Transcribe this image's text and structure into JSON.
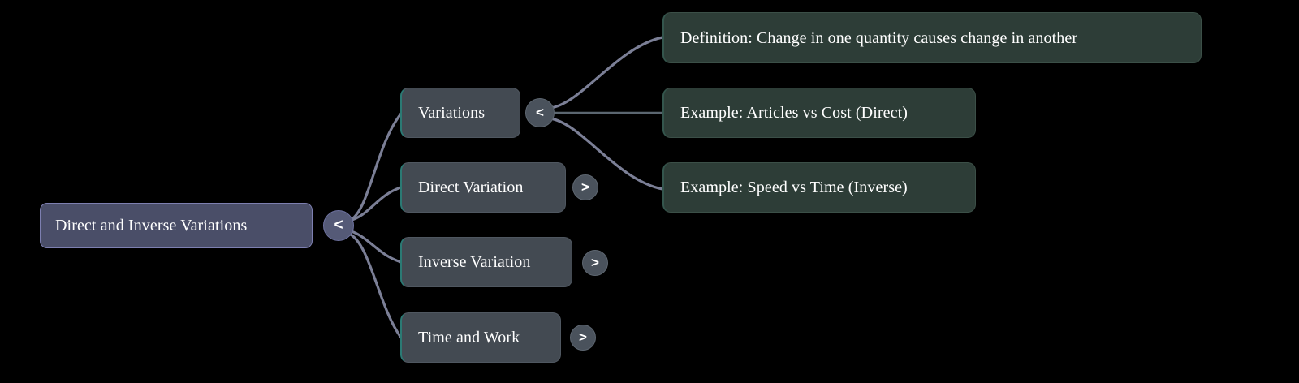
{
  "diagram": {
    "type": "mind-map",
    "background_color": "#000000",
    "colors": {
      "root_fill": "#4a4e68",
      "root_border": "#7d7fb0",
      "branch_fill": "#434a52",
      "branch_accent": "#2b7a74",
      "leaf_fill": "#2d3d37",
      "leaf_accent": "#34564d",
      "edge_stroke": "#7b7f96",
      "edge_stroke_straight": "#5b6670",
      "text": "#ffffff"
    },
    "root": {
      "id": "root",
      "label": "Direct and Inverse Variations",
      "toggle": {
        "glyph": "<",
        "state": "expanded"
      }
    },
    "branches": [
      {
        "id": "variations",
        "label": "Variations",
        "toggle": {
          "glyph": "<",
          "state": "expanded"
        },
        "children": [
          {
            "id": "definition",
            "label": "Definition: Change in one quantity causes change in another"
          },
          {
            "id": "example-direct",
            "label": "Example: Articles vs Cost (Direct)"
          },
          {
            "id": "example-inverse",
            "label": "Example: Speed vs Time (Inverse)"
          }
        ]
      },
      {
        "id": "direct-variation",
        "label": "Direct Variation",
        "toggle": {
          "glyph": ">",
          "state": "collapsed"
        },
        "children": []
      },
      {
        "id": "inverse-variation",
        "label": "Inverse Variation",
        "toggle": {
          "glyph": ">",
          "state": "collapsed"
        },
        "children": []
      },
      {
        "id": "time-and-work",
        "label": "Time and Work",
        "toggle": {
          "glyph": ">",
          "state": "collapsed"
        },
        "children": []
      }
    ]
  }
}
